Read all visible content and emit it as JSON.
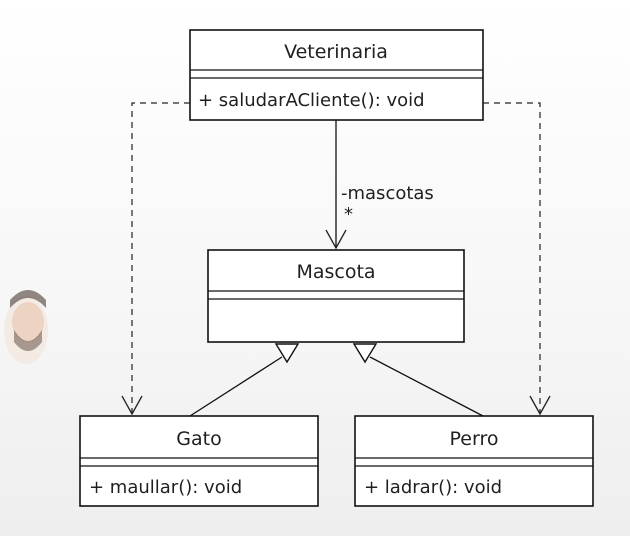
{
  "classes": {
    "veterinaria": {
      "name": "Veterinaria",
      "methods": [
        "+ saludarACliente(): void"
      ]
    },
    "mascota": {
      "name": "Mascota",
      "methods": []
    },
    "gato": {
      "name": "Gato",
      "methods": [
        "+ maullar(): void"
      ]
    },
    "perro": {
      "name": "Perro",
      "methods": [
        "+ ladrar(): void"
      ]
    }
  },
  "association": {
    "role": "-mascotas",
    "multiplicity": "*"
  }
}
